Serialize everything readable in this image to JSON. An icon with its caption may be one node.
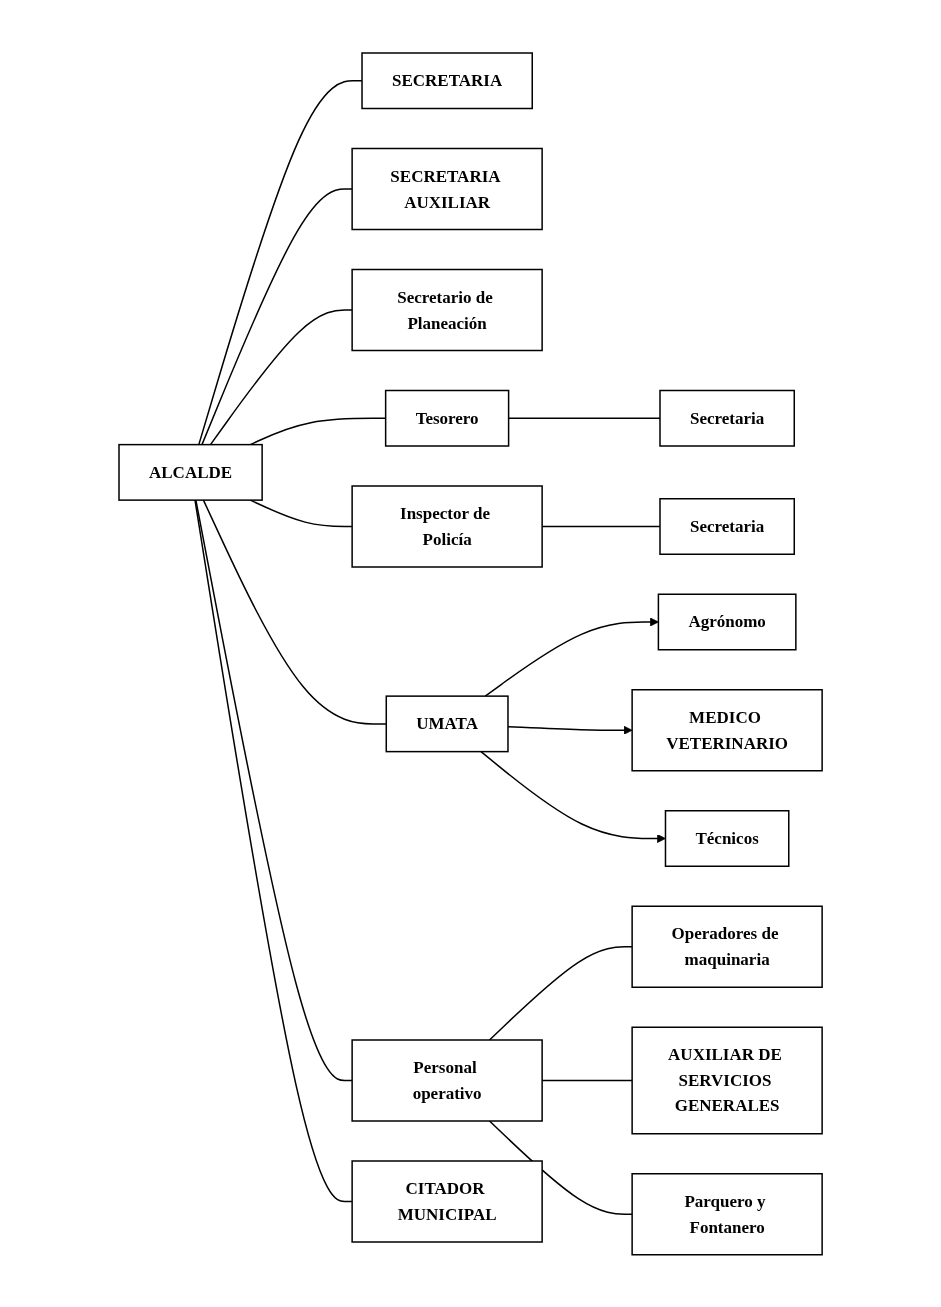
{
  "diagram": {
    "nodes": [
      {
        "text": [
          "ALCALDE"
        ]
      },
      {
        "text": [
          "SECRETARIA"
        ]
      },
      {
        "text": [
          "SECRETARIA AUXILIAR"
        ]
      },
      {
        "text": [
          "Secretario de Planeación"
        ]
      },
      {
        "text": [
          "Tesorero"
        ]
      },
      {
        "text": [
          "Secretaria"
        ]
      },
      {
        "text": [
          "Inspector de Policía"
        ]
      },
      {
        "text": [
          "Secretaria"
        ]
      },
      {
        "text": [
          "UMATA"
        ]
      },
      {
        "text": [
          "Agrónomo"
        ]
      },
      {
        "text": [
          "MEDICO VETERINARIO"
        ]
      },
      {
        "text": [
          "Técnicos"
        ]
      },
      {
        "text": [
          "Personal operativo"
        ]
      },
      {
        "text": [
          "Operadores de maquinaria"
        ]
      },
      {
        "text": [
          "AUXILIAR DE SERVICIOS GENERALES"
        ]
      },
      {
        "text": [
          "Parquero y Fontanero"
        ]
      },
      {
        "text": [
          "CITADOR MUNICIPAL"
        ]
      }
    ],
    "edges": [
      {
        "from": 0,
        "to": 1,
        "arrow": "none"
      },
      {
        "from": 0,
        "to": 2,
        "arrow": "none"
      },
      {
        "from": 0,
        "to": 3,
        "arrow": "none"
      },
      {
        "from": 0,
        "to": 4,
        "arrow": "none"
      },
      {
        "from": 4,
        "to": 5,
        "arrow": "none"
      },
      {
        "from": 0,
        "to": 6,
        "arrow": "none"
      },
      {
        "from": 6,
        "to": 7,
        "arrow": "none"
      },
      {
        "from": 0,
        "to": 8,
        "arrow": "none"
      },
      {
        "from": 8,
        "to": 9,
        "arrow": "to"
      },
      {
        "from": 8,
        "to": 10,
        "arrow": "to"
      },
      {
        "from": 8,
        "to": 11,
        "arrow": "to"
      },
      {
        "from": 0,
        "to": 12,
        "arrow": "none"
      },
      {
        "from": 12,
        "to": 13,
        "arrow": "none"
      },
      {
        "from": 12,
        "to": 14,
        "arrow": "none"
      },
      {
        "from": 12,
        "to": 15,
        "arrow": "none"
      },
      {
        "from": 0,
        "to": 16,
        "arrow": "none"
      }
    ]
  }
}
